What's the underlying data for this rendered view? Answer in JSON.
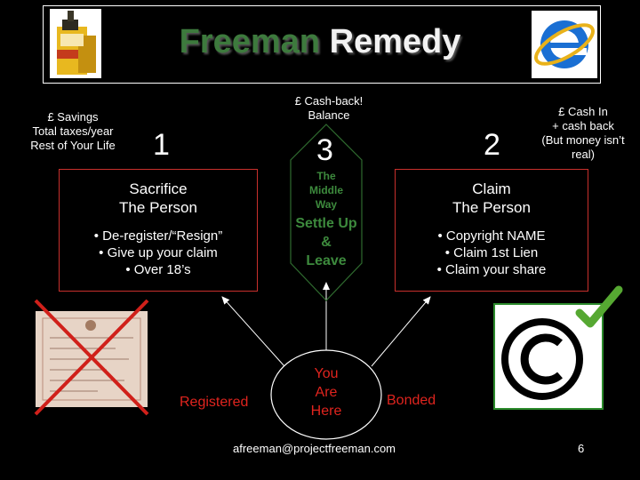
{
  "title": {
    "word1": "Freeman",
    "word2": "Remedy"
  },
  "left_note": [
    "£ Savings",
    "Total taxes/year",
    "Rest of Your Life"
  ],
  "center_note": [
    "£ Cash-back!",
    "Balance"
  ],
  "right_note": [
    "£ Cash In",
    "+ cash back",
    "(But money isn’t",
    "real)"
  ],
  "numbers": {
    "left": "1",
    "center": "3",
    "right": "2"
  },
  "left_box": {
    "heading": [
      "Sacrifice",
      "The Person"
    ],
    "bullets": [
      "• De-register/“Resign”",
      "• Give up your claim",
      "• Over 18’s"
    ]
  },
  "right_box": {
    "heading": [
      "Claim",
      "The Person"
    ],
    "bullets": [
      "• Copyright NAME",
      "• Claim 1st Lien",
      "• Claim your share"
    ]
  },
  "middle": {
    "small": [
      "The",
      "Middle",
      "Way"
    ],
    "large": [
      "Settle Up",
      "&",
      "Leave"
    ]
  },
  "circle": [
    "You",
    "Are",
    "Here"
  ],
  "labels": {
    "left": "Registered",
    "right": "Bonded"
  },
  "footer": {
    "email": "afreeman@projectfreeman.com",
    "page": "6"
  },
  "images": {
    "top_left": "rescue-remedy-bottle",
    "top_right": "internet-explorer-logo",
    "left": "crossed-out-birth-certificate",
    "right": "copyright-symbol-with-checkmark"
  },
  "colors": {
    "box_border": "#c8302c",
    "green": "#3d7a3d",
    "red": "#e0241e",
    "check": "#56a832"
  }
}
